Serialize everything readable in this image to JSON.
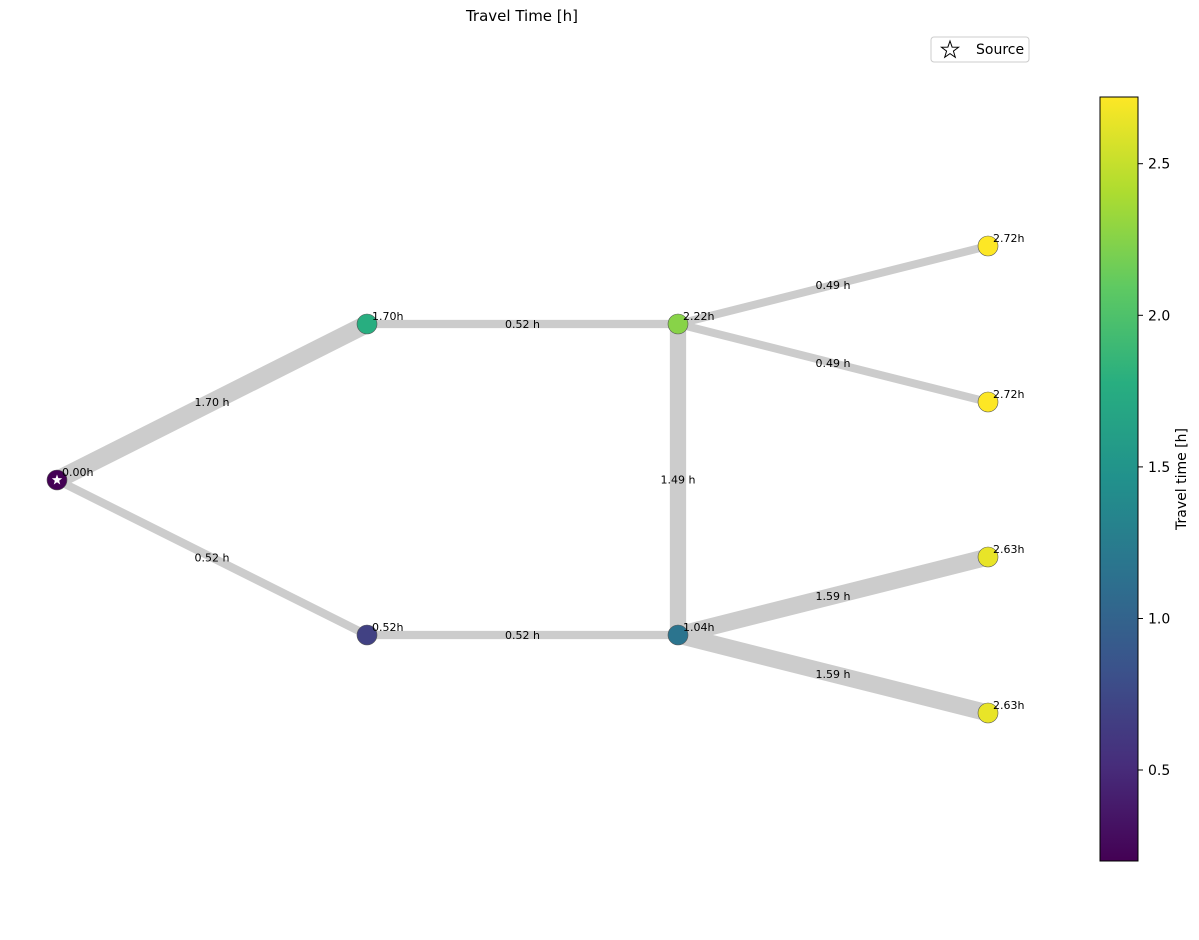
{
  "chart_data": {
    "type": "network",
    "title": "Travel Time [h]",
    "legend": {
      "entries": [
        "Source"
      ],
      "placement": "top-right"
    },
    "colorbar": {
      "label": "Travel time [h]",
      "range": [
        0.2,
        2.72
      ],
      "ticks": [
        "0.5",
        "1.0",
        "1.5",
        "2.0",
        "2.5"
      ],
      "tick_values": [
        0.5,
        1.0,
        1.5,
        2.0,
        2.5
      ],
      "colormap": "viridis"
    },
    "nodes": [
      {
        "id": "n0",
        "time": 0.0,
        "label": "0.00h",
        "source": true
      },
      {
        "id": "n1",
        "time": 1.7,
        "label": "1.70h"
      },
      {
        "id": "n2",
        "time": 0.52,
        "label": "0.52h"
      },
      {
        "id": "n3",
        "time": 2.22,
        "label": "2.22h"
      },
      {
        "id": "n4",
        "time": 1.04,
        "label": "1.04h"
      },
      {
        "id": "n5",
        "time": 2.72,
        "label": "2.72h"
      },
      {
        "id": "n6",
        "time": 2.72,
        "label": "2.72h"
      },
      {
        "id": "n7",
        "time": 2.63,
        "label": "2.63h"
      },
      {
        "id": "n8",
        "time": 2.63,
        "label": "2.63h"
      }
    ],
    "edges": [
      {
        "from": "n0",
        "to": "n1",
        "label": "1.70 h",
        "weight": 1.7
      },
      {
        "from": "n0",
        "to": "n2",
        "label": "0.52 h",
        "weight": 0.52
      },
      {
        "from": "n1",
        "to": "n3",
        "label": "0.52 h",
        "weight": 0.52
      },
      {
        "from": "n2",
        "to": "n4",
        "label": "0.52 h",
        "weight": 0.52
      },
      {
        "from": "n3",
        "to": "n4",
        "label": "1.49 h",
        "weight": 1.49
      },
      {
        "from": "n3",
        "to": "n5",
        "label": "0.49 h",
        "weight": 0.49
      },
      {
        "from": "n3",
        "to": "n6",
        "label": "0.49 h",
        "weight": 0.49
      },
      {
        "from": "n4",
        "to": "n7",
        "label": "1.59 h",
        "weight": 1.59
      },
      {
        "from": "n4",
        "to": "n8",
        "label": "1.59 h",
        "weight": 1.59
      }
    ],
    "colors": {
      "edge": "#cccccc",
      "node_outline": "#555555"
    }
  }
}
